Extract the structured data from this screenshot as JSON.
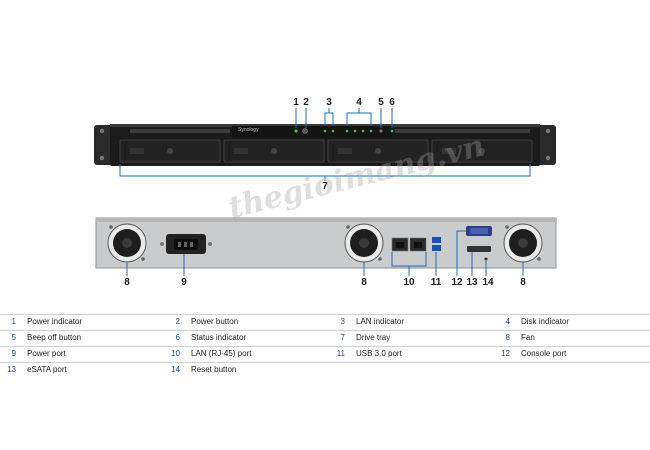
{
  "callouts": {
    "c1": "1",
    "c2": "2",
    "c3": "3",
    "c4": "4",
    "c5": "5",
    "c6": "6",
    "c7": "7",
    "b8a": "8",
    "b9": "9",
    "b8b": "8",
    "b10": "10",
    "b11": "11",
    "b12": "12",
    "b13": "13",
    "b14": "14",
    "b8c": "8"
  },
  "watermark": "thegioimang.vn",
  "front_label": "Synology",
  "legend": [
    [
      {
        "num": "1",
        "label": "Power indicator"
      },
      {
        "num": "2",
        "label": "Power button"
      },
      {
        "num": "3",
        "label": "LAN indicator"
      },
      {
        "num": "4",
        "label": "Disk indicator"
      }
    ],
    [
      {
        "num": "5",
        "label": "Beep off button"
      },
      {
        "num": "6",
        "label": "Status indicator"
      },
      {
        "num": "7",
        "label": "Drive tray"
      },
      {
        "num": "8",
        "label": "Fan"
      }
    ],
    [
      {
        "num": "9",
        "label": "Power port"
      },
      {
        "num": "10",
        "label": "LAN (RJ-45) port"
      },
      {
        "num": "11",
        "label": "USB 3.0 port"
      },
      {
        "num": "12",
        "label": "Console port"
      }
    ],
    [
      {
        "num": "13",
        "label": "eSATA port"
      },
      {
        "num": "14",
        "label": "Reset button"
      }
    ]
  ],
  "colors": {
    "accent": "#1a6cb5",
    "legend_num": "#1a4c8b",
    "chassis": "#c9cbcd",
    "front": "#1b1b1b"
  }
}
